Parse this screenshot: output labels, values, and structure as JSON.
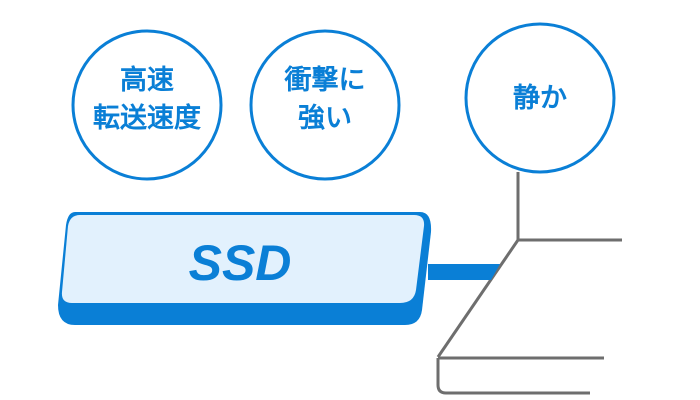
{
  "features": [
    {
      "lines": [
        "高速",
        "転送速度"
      ]
    },
    {
      "lines": [
        "衝撃に",
        "強い"
      ]
    },
    {
      "lines": [
        "静か"
      ]
    }
  ],
  "ssd_label": "SSD",
  "colors": {
    "accent": "#0a7fd6",
    "ssd_fill": "#e2f1fd",
    "laptop": "#6e6e6e"
  }
}
